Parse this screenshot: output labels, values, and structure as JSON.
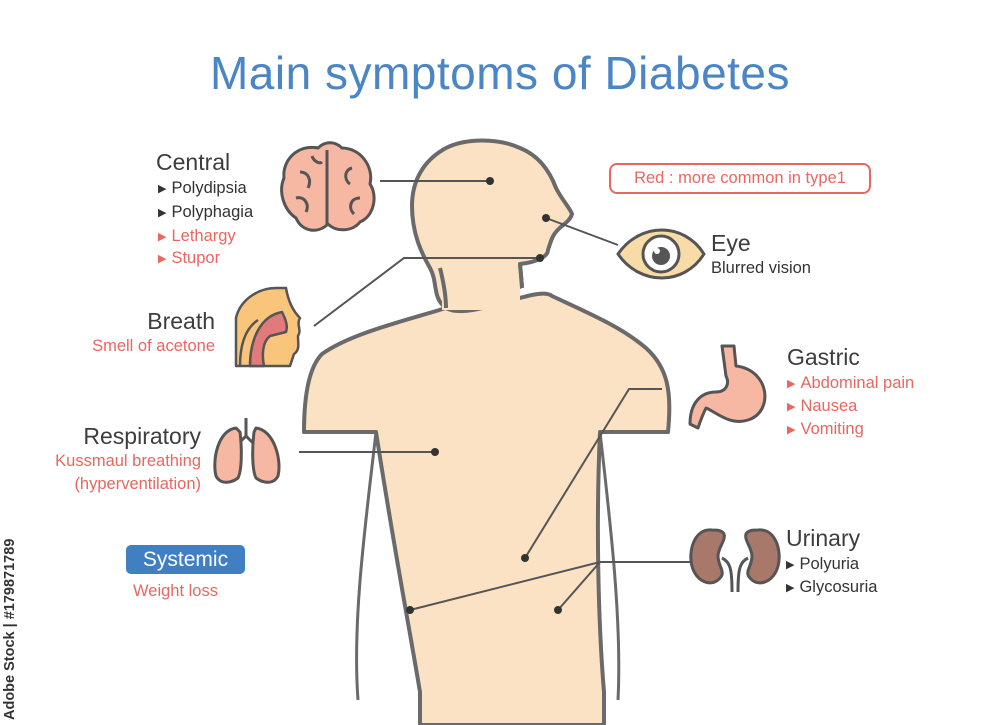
{
  "title": "Main symptoms of Diabetes",
  "legend": "Red : more common in type1",
  "colors": {
    "title": "#4a86c5",
    "type1_red": "#e8675f",
    "skin": "#fbe2c5",
    "outline": "#6a6a6a",
    "badge": "#3f7fc2"
  },
  "icons": [
    "brain-icon",
    "eye-icon",
    "breath-icon",
    "stomach-icon",
    "lungs-icon",
    "kidneys-icon"
  ],
  "groups": {
    "central": {
      "label": "Central",
      "items": [
        {
          "text": "Polydipsia",
          "type1": false
        },
        {
          "text": "Polyphagia",
          "type1": false
        },
        {
          "text": "Lethargy",
          "type1": true
        },
        {
          "text": "Stupor",
          "type1": true
        }
      ]
    },
    "eye": {
      "label": "Eye",
      "detail": "Blurred vision"
    },
    "breath": {
      "label": "Breath",
      "detail": "Smell of acetone"
    },
    "gastric": {
      "label": "Gastric",
      "items": [
        {
          "text": "Abdominal pain",
          "type1": true
        },
        {
          "text": "Nausea",
          "type1": true
        },
        {
          "text": "Vomiting",
          "type1": true
        }
      ]
    },
    "respiratory": {
      "label": "Respiratory",
      "detail1": "Kussmaul breathing",
      "detail2": "(hyperventilation)"
    },
    "urinary": {
      "label": "Urinary",
      "items": [
        {
          "text": "Polyuria",
          "type1": false
        },
        {
          "text": "Glycosuria",
          "type1": false
        }
      ]
    },
    "systemic": {
      "label": "Systemic",
      "detail": "Weight loss"
    }
  },
  "watermark": "Adobe Stock | #179871789"
}
